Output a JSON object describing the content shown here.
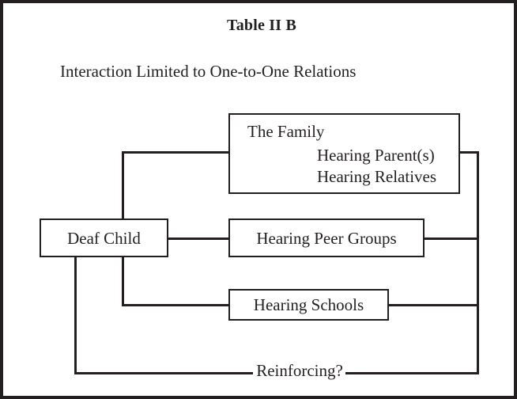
{
  "figure": {
    "title": "Table II B",
    "subtitle": "Interaction Limited to One-to-One Relations",
    "type": "flow-diagram",
    "border_color": "#231f20",
    "line_color": "#231f20",
    "background": "#ffffff"
  },
  "nodes": {
    "deaf_child": {
      "label": "Deaf Child"
    },
    "family": {
      "line1": "The Family",
      "line2": "Hearing Parent(s)",
      "line3": "Hearing Relatives"
    },
    "peer_groups": {
      "label": "Hearing Peer Groups"
    },
    "schools": {
      "label": "Hearing Schools"
    }
  },
  "edges": {
    "feedback_label": "Reinforcing?"
  }
}
